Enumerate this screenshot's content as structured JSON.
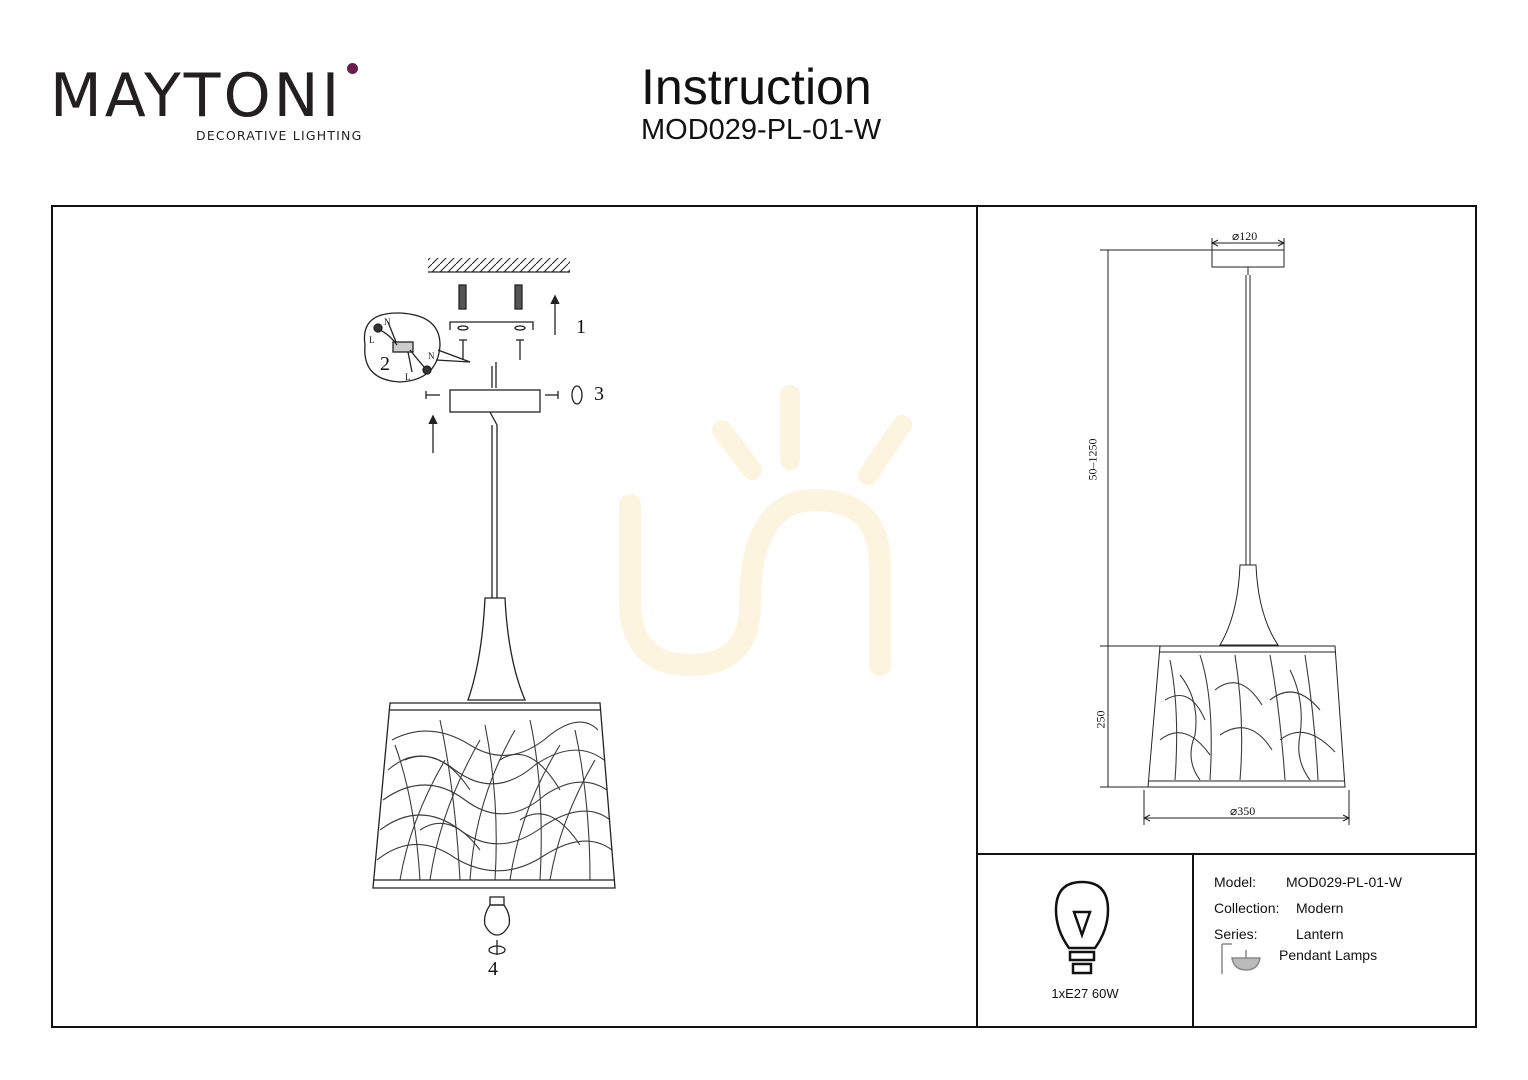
{
  "brand": {
    "name": "MAYTONI",
    "tagline": "DECORATIVE LIGHTING",
    "accent_color": "#6b1d4f"
  },
  "header": {
    "title": "Instruction",
    "model_code": "MOD029-PL-01-W"
  },
  "assembly": {
    "steps": [
      "1",
      "2",
      "3",
      "4"
    ],
    "wire_labels": [
      "N",
      "L",
      "N",
      "L"
    ]
  },
  "dimensions": {
    "canopy_diameter": "⌀120",
    "suspension_length": "50–1250",
    "shade_height": "250",
    "shade_diameter": "⌀350"
  },
  "bulb": {
    "icon": "light-bulb-icon",
    "spec": "1xE27 60W"
  },
  "product_info": {
    "model_label": "Model:",
    "model_value": "MOD029-PL-01-W",
    "collection_label": "Collection:",
    "collection_value": "Modern",
    "series_label": "Series:",
    "series_value": "Lantern",
    "type_icon": "pendant-lamp-icon",
    "type_value": "Pendant Lamps"
  }
}
